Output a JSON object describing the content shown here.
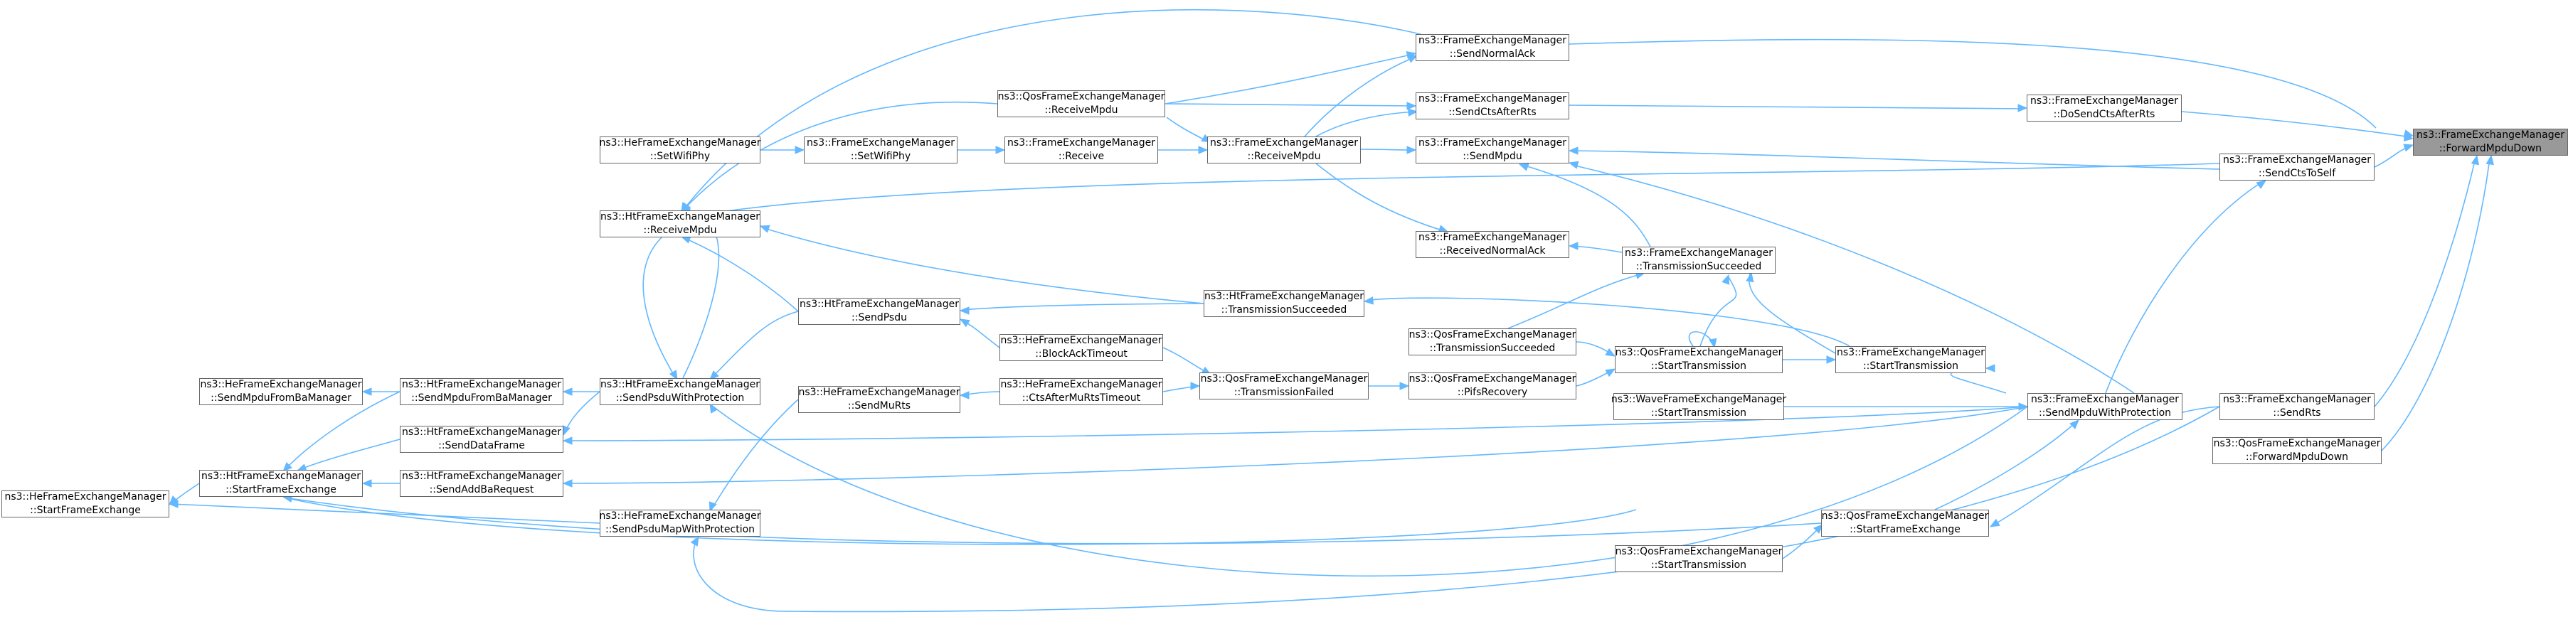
{
  "colors": {
    "edge": "#63b8ff",
    "node_border": "#666666",
    "root_fill": "#999999",
    "node_fill": "#ffffff"
  },
  "nodes": {
    "root": {
      "l1": "ns3::FrameExchangeManager",
      "l2": "::ForwardMpduDown"
    },
    "doSendCts": {
      "l1": "ns3::FrameExchangeManager",
      "l2": "::DoSendCtsAfterRts"
    },
    "sendCtsSelf": {
      "l1": "ns3::FrameExchangeManager",
      "l2": "::SendCtsToSelf"
    },
    "sendRts": {
      "l1": "ns3::FrameExchangeManager",
      "l2": "::SendRts"
    },
    "qosFwd": {
      "l1": "ns3::QosFrameExchangeManager",
      "l2": "::ForwardMpduDown"
    },
    "sendNormAck": {
      "l1": "ns3::FrameExchangeManager",
      "l2": "::SendNormalAck"
    },
    "sendCtsRts": {
      "l1": "ns3::FrameExchangeManager",
      "l2": "::SendCtsAfterRts"
    },
    "sendMpdu": {
      "l1": "ns3::FrameExchangeManager",
      "l2": "::SendMpdu"
    },
    "sendMpduProt": {
      "l1": "ns3::FrameExchangeManager",
      "l2": "::SendMpduWithProtection"
    },
    "recvNormAck": {
      "l1": "ns3::FrameExchangeManager",
      "l2": "::ReceivedNormalAck"
    },
    "txSucc": {
      "l1": "ns3::FrameExchangeManager",
      "l2": "::TransmissionSucceeded"
    },
    "startTx": {
      "l1": "ns3::FrameExchangeManager",
      "l2": "::StartTransmission"
    },
    "qosStartTx": {
      "l1": "ns3::QosFrameExchangeManager",
      "l2": "::StartTransmission"
    },
    "qosTxSucc": {
      "l1": "ns3::QosFrameExchangeManager",
      "l2": "::TransmissionSucceeded"
    },
    "pifs": {
      "l1": "ns3::QosFrameExchangeManager",
      "l2": "::PifsRecovery"
    },
    "waveStartTx": {
      "l1": "ns3::WaveFrameExchangeManager",
      "l2": "::StartTransmission"
    },
    "qosStartFx": {
      "l1": "ns3::QosFrameExchangeManager",
      "l2": "::StartFrameExchange"
    },
    "qosStartTx2": {
      "l1": "ns3::QosFrameExchangeManager",
      "l2": "::StartTransmission"
    },
    "qosRecvMpdu": {
      "l1": "ns3::QosFrameExchangeManager",
      "l2": "::ReceiveMpdu"
    },
    "recvMpdu": {
      "l1": "ns3::FrameExchangeManager",
      "l2": "::ReceiveMpdu"
    },
    "receive": {
      "l1": "ns3::FrameExchangeManager",
      "l2": "::Receive"
    },
    "setWifiPhy": {
      "l1": "ns3::FrameExchangeManager",
      "l2": "::SetWifiPhy"
    },
    "heSetWifiPhy": {
      "l1": "ns3::HeFrameExchangeManager",
      "l2": "::SetWifiPhy"
    },
    "htRecvMpdu": {
      "l1": "ns3::HtFrameExchangeManager",
      "l2": "::ReceiveMpdu"
    },
    "htTxSucc": {
      "l1": "ns3::HtFrameExchangeManager",
      "l2": "::TransmissionSucceeded"
    },
    "htSendPsdu": {
      "l1": "ns3::HtFrameExchangeManager",
      "l2": "::SendPsdu"
    },
    "heBlockAck": {
      "l1": "ns3::HeFrameExchangeManager",
      "l2": "::BlockAckTimeout"
    },
    "heCtsMuRts": {
      "l1": "ns3::HeFrameExchangeManager",
      "l2": "::CtsAfterMuRtsTimeout"
    },
    "qosTxFail": {
      "l1": "ns3::QosFrameExchangeManager",
      "l2": "::TransmissionFailed"
    },
    "heSendMuRts": {
      "l1": "ns3::HeFrameExchangeManager",
      "l2": "::SendMuRts"
    },
    "htSendPsduProt": {
      "l1": "ns3::HtFrameExchangeManager",
      "l2": "::SendPsduWithProtection"
    },
    "htSendMpduBa": {
      "l1": "ns3::HtFrameExchangeManager",
      "l2": "::SendMpduFromBaManager"
    },
    "heSendMpduBa": {
      "l1": "ns3::HeFrameExchangeManager",
      "l2": "::SendMpduFromBaManager"
    },
    "htSendData": {
      "l1": "ns3::HtFrameExchangeManager",
      "l2": "::SendDataFrame"
    },
    "htSendAddBa": {
      "l1": "ns3::HtFrameExchangeManager",
      "l2": "::SendAddBaRequest"
    },
    "htStartFx": {
      "l1": "ns3::HtFrameExchangeManager",
      "l2": "::StartFrameExchange"
    },
    "heStartFx": {
      "l1": "ns3::HeFrameExchangeManager",
      "l2": "::StartFrameExchange"
    },
    "heSendPsduMap": {
      "l1": "ns3::HeFrameExchangeManager",
      "l2": "::SendPsduMapWithProtection"
    }
  }
}
